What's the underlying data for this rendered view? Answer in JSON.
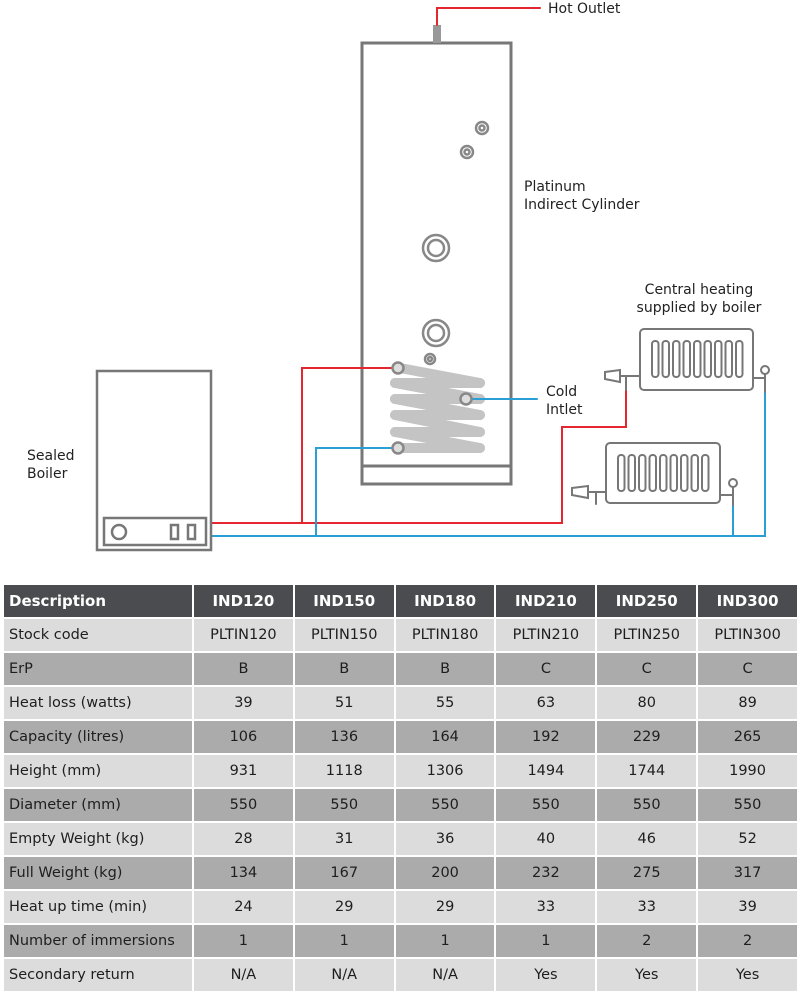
{
  "diagram": {
    "hot_outlet": "Hot Outlet",
    "cylinder": [
      "Platinum",
      "Indirect Cylinder"
    ],
    "central_heating": [
      "Central heating",
      "supplied by boiler"
    ],
    "cold_inlet": [
      "Cold",
      "Intlet"
    ],
    "boiler": [
      "Sealed",
      "Boiler"
    ],
    "colors": {
      "hot": "#e4262f",
      "cold": "#2a9fd6",
      "outline": "#777777"
    }
  },
  "table": {
    "headers": [
      "Description",
      "IND120",
      "IND150",
      "IND180",
      "IND210",
      "IND250",
      "IND300"
    ],
    "rows": [
      [
        "Stock code",
        "PLTIN120",
        "PLTIN150",
        "PLTIN180",
        "PLTIN210",
        "PLTIN250",
        "PLTIN300"
      ],
      [
        "ErP",
        "B",
        "B",
        "B",
        "C",
        "C",
        "C"
      ],
      [
        "Heat loss (watts)",
        "39",
        "51",
        "55",
        "63",
        "80",
        "89"
      ],
      [
        "Capacity (litres)",
        "106",
        "136",
        "164",
        "192",
        "229",
        "265"
      ],
      [
        "Height (mm)",
        "931",
        "1118",
        "1306",
        "1494",
        "1744",
        "1990"
      ],
      [
        "Diameter (mm)",
        "550",
        "550",
        "550",
        "550",
        "550",
        "550"
      ],
      [
        "Empty Weight (kg)",
        "28",
        "31",
        "36",
        "40",
        "46",
        "52"
      ],
      [
        "Full Weight (kg)",
        "134",
        "167",
        "200",
        "232",
        "275",
        "317"
      ],
      [
        "Heat up time (min)",
        "24",
        "29",
        "29",
        "33",
        "33",
        "39"
      ],
      [
        "Number of immersions",
        "1",
        "1",
        "1",
        "1",
        "2",
        "2"
      ],
      [
        "Secondary return",
        "N/A",
        "N/A",
        "N/A",
        "Yes",
        "Yes",
        "Yes"
      ]
    ]
  }
}
